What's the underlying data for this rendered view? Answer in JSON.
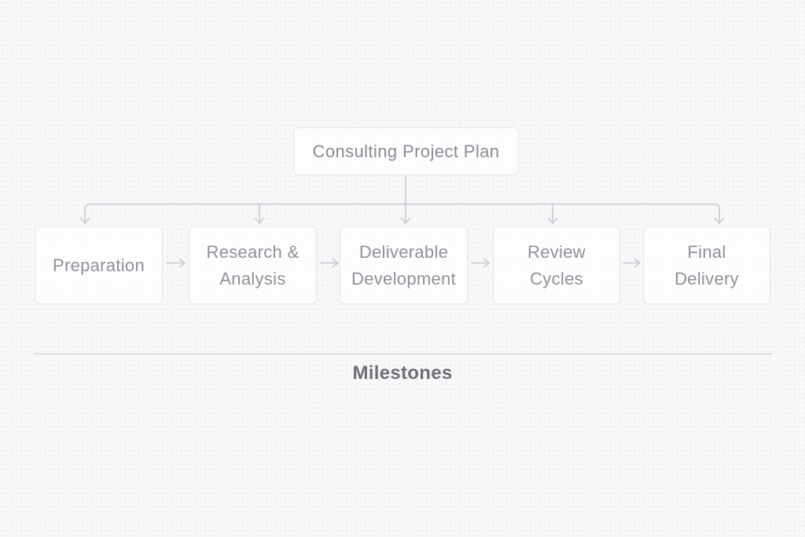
{
  "diagram": {
    "title": "Consulting Project Plan",
    "stages": [
      {
        "label": "Preparation"
      },
      {
        "label": "Research &\nAnalysis"
      },
      {
        "label": "Deliverable\nDevelopment"
      },
      {
        "label": "Review\nCycles"
      },
      {
        "label": "Final\nDelivery"
      }
    ],
    "footer": "Milestones"
  },
  "colors": {
    "background": "#f8f8f9",
    "node_background": "#fcfcfd",
    "node_border": "#e4e4ea",
    "node_text": "#90909a",
    "root_text": "#8b8b95",
    "connector": "#c9c9d3",
    "divider": "#dadae1",
    "footer_text": "#6f6f79"
  }
}
